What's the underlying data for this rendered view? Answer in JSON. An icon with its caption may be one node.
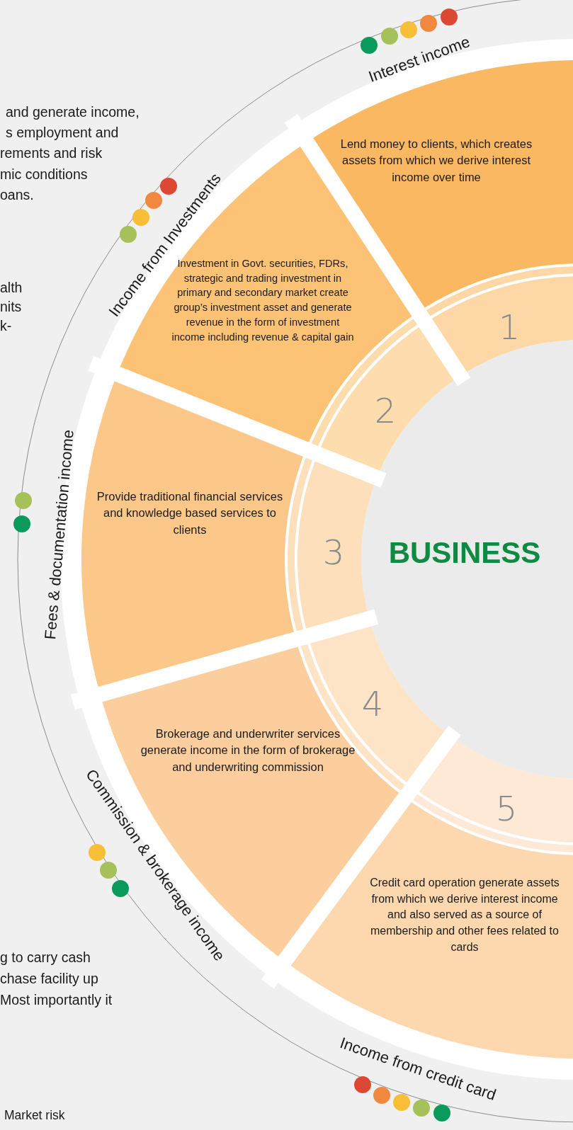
{
  "diagram": {
    "nodes": [
      {
        "text": [
          "BUSINESS"
        ]
      },
      {
        "text": [
          "Lend money to clients, which creates assets from which we derive interest income over time"
        ]
      },
      {
        "text": [
          "1"
        ]
      },
      {
        "text": [
          "Investment in Govt. securities, FDRs, strategic and trading investment in primary and secondary market create group’s investment asset and generate revenue in the form of investment income including revenue & capital gain"
        ]
      },
      {
        "text": [
          "2"
        ]
      },
      {
        "text": [
          "Provide traditional financial services and knowledge based services to clients"
        ]
      },
      {
        "text": [
          "3"
        ]
      },
      {
        "text": [
          "Brokerage and underwriter services generate income in the form of brokerage and underwriting commission"
        ]
      },
      {
        "text": [
          "4"
        ]
      },
      {
        "text": [
          "Credit card operation generate assets from which we derive interest income and also served as a source of membership and other fees related to cards"
        ]
      },
      {
        "text": [
          "5"
        ]
      }
    ],
    "labels": [
      "Interest income",
      "and generate income,",
      "s employment and",
      "rements and risk",
      "mic conditions",
      "oans.",
      "Income from Investments",
      "alth",
      "nits",
      "k-",
      "Fees & documentation income",
      "Commission & brokerage income",
      "g to carry cash",
      "chase facility up",
      "Most importantly it",
      "Income from credit card",
      "Market risk"
    ]
  }
}
